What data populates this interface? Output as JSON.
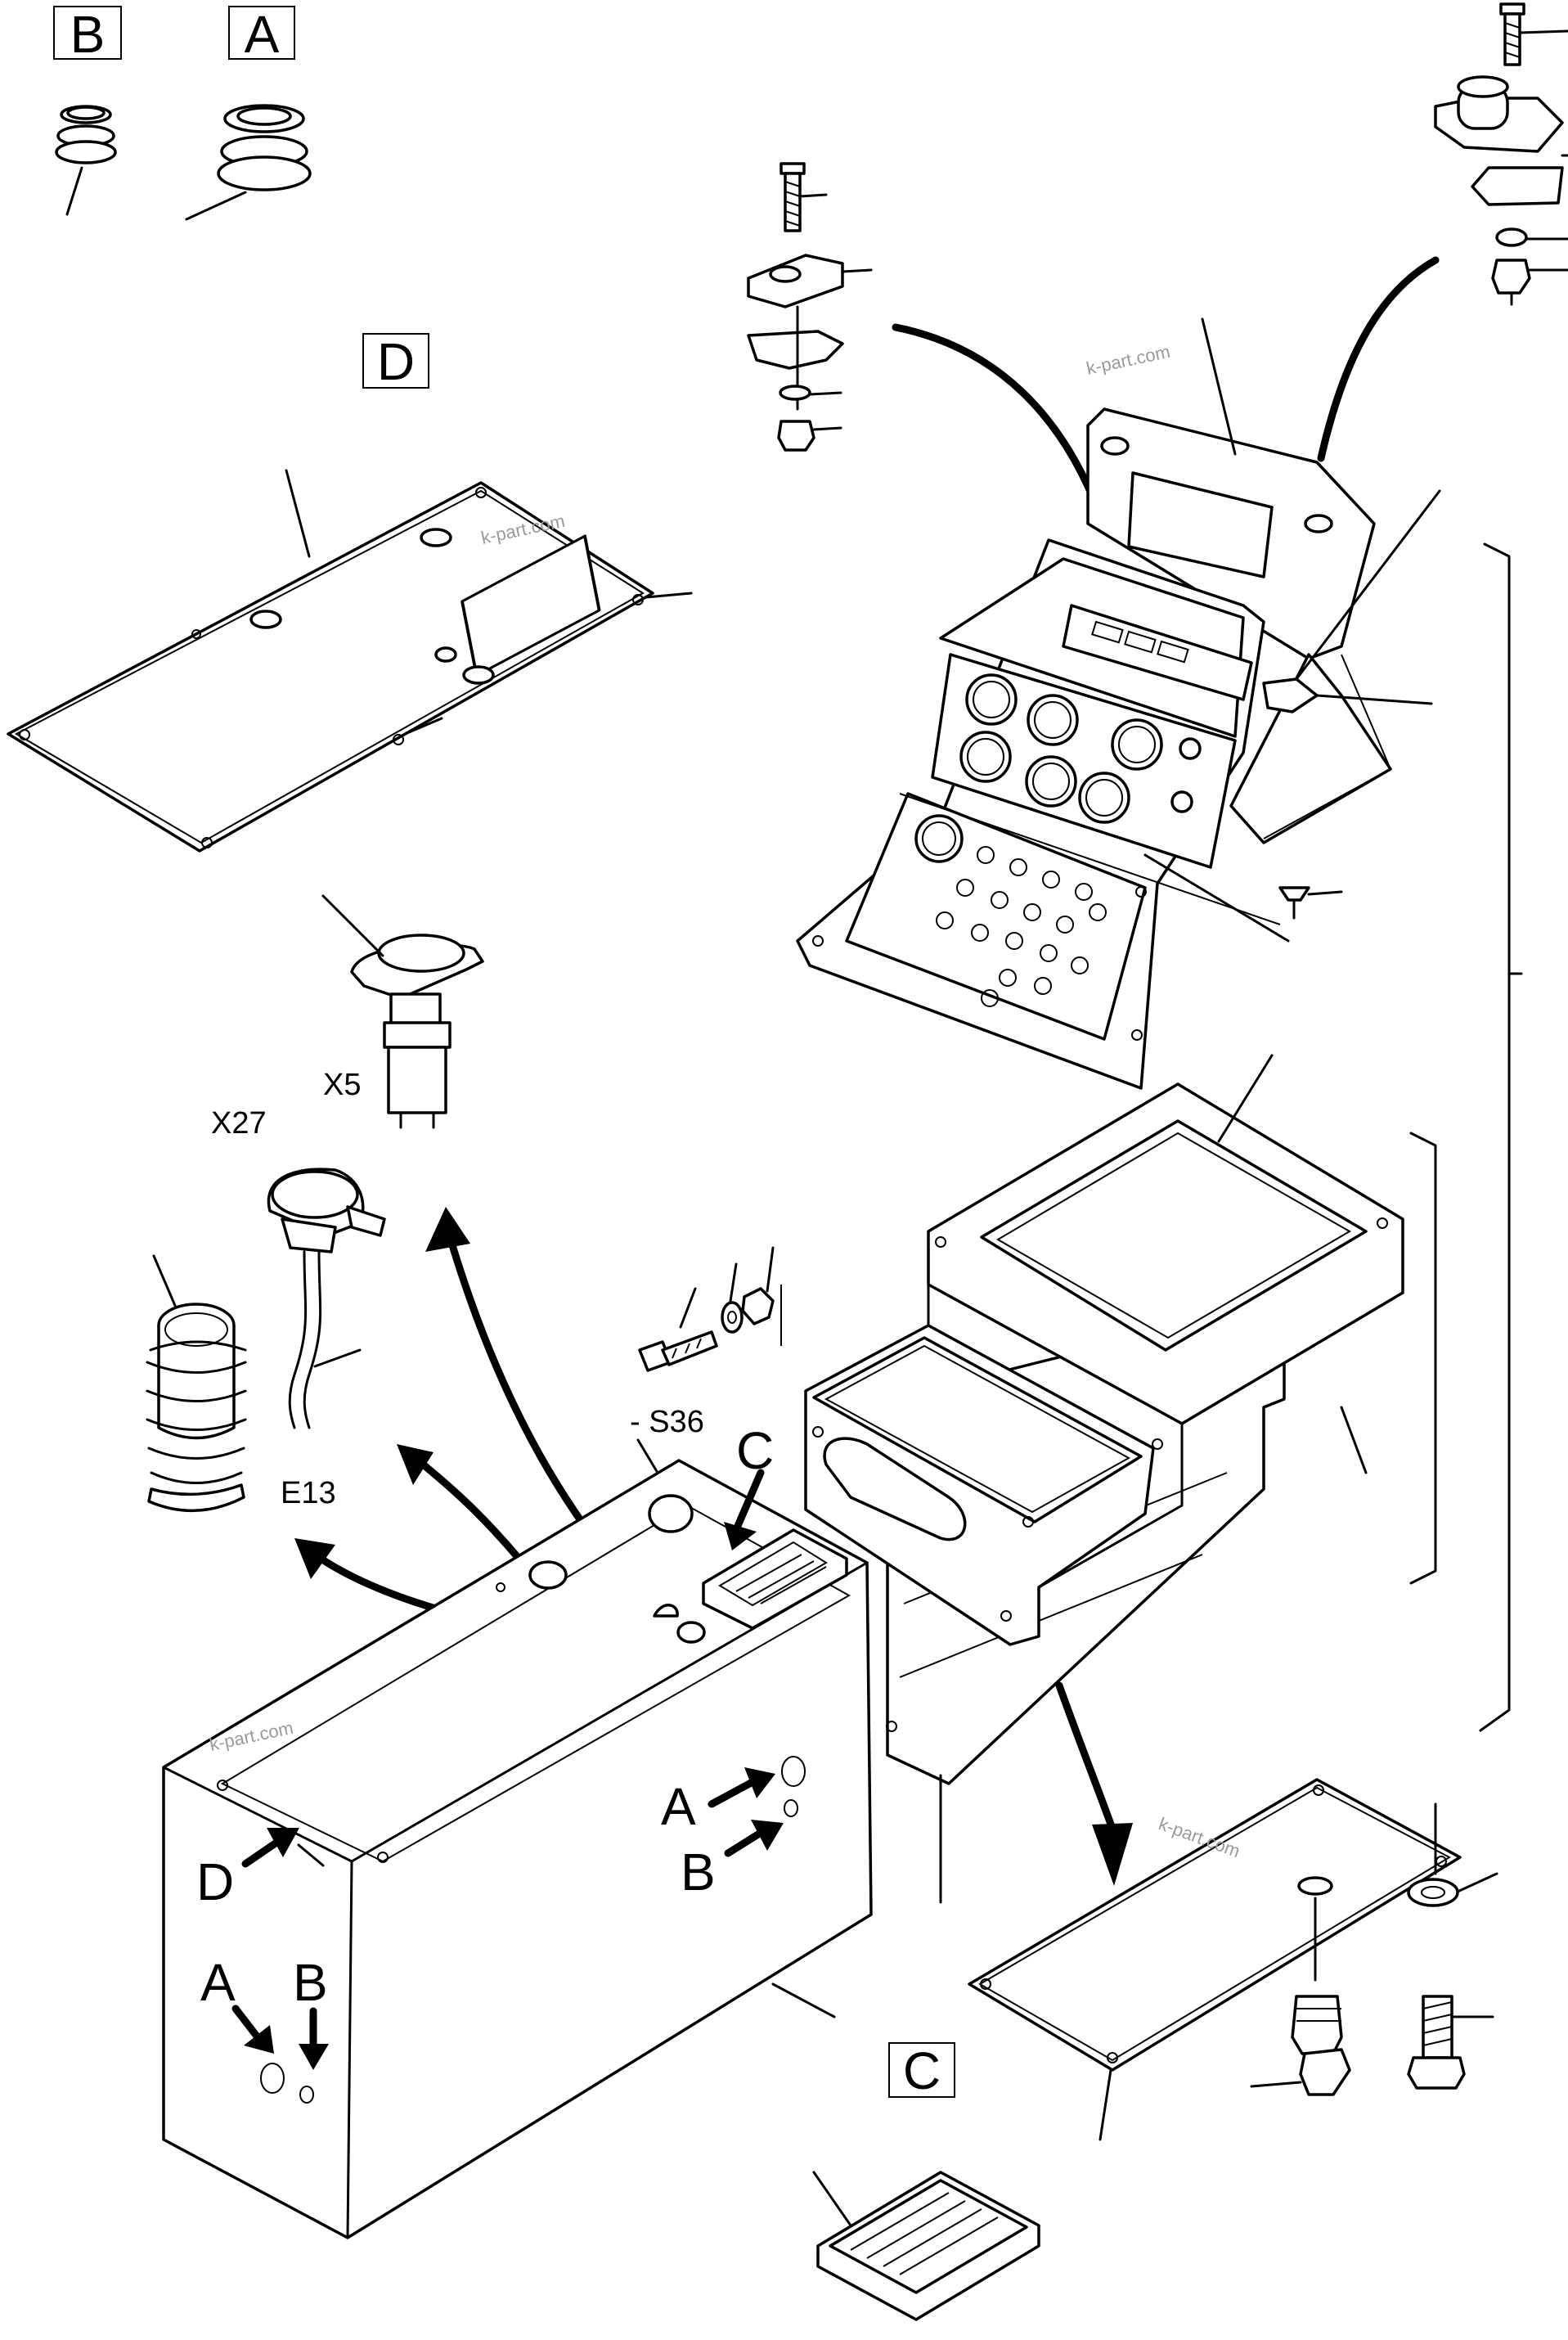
{
  "diagram": {
    "detail_labels": {
      "b": "B",
      "a": "A",
      "d": "D",
      "c": "C"
    },
    "component_labels": {
      "x5": "X5",
      "x27": "X27",
      "e13": "E13",
      "s36": "- S36"
    },
    "pointer_labels": {
      "c_top": "C",
      "a_side": "A",
      "b_side": "B",
      "d_side": "D",
      "a_front": "A",
      "b_front": "B"
    },
    "watermark": "k-part.com"
  }
}
